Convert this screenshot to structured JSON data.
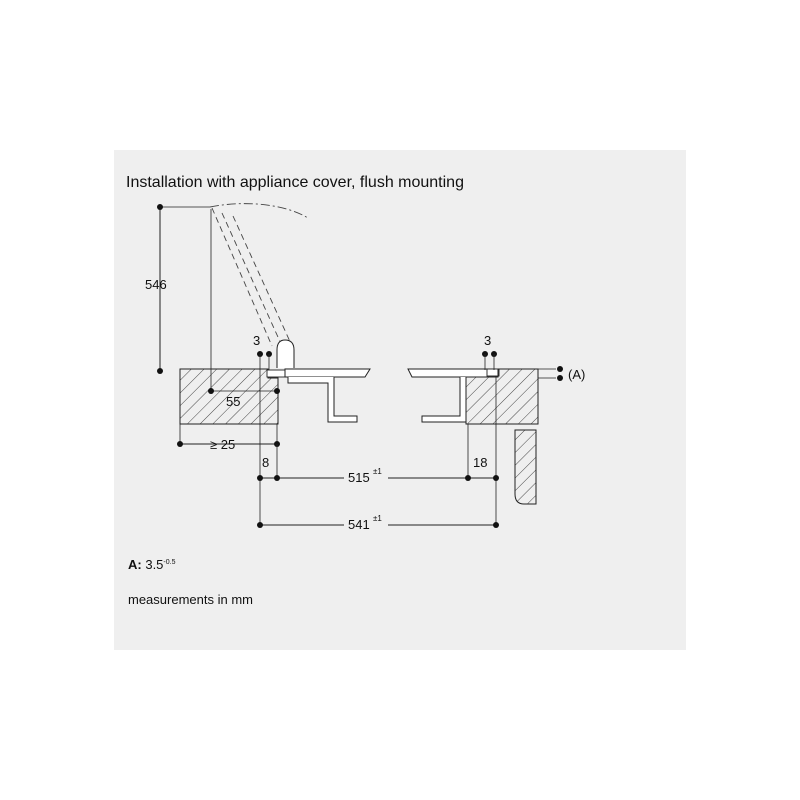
{
  "title": "Installation with appliance cover, flush mounting",
  "dimensions": {
    "lid_height": "546",
    "gap_left": "3",
    "gap_right": "3",
    "counter_offset": "55",
    "min_thickness": "≥ 25",
    "edge_left": "8",
    "edge_right": "18",
    "cutout_width": "515",
    "cutout_width_tol": "±1",
    "recess_width": "541",
    "recess_width_tol": "±1",
    "a_marker": "(A)"
  },
  "note": {
    "key": "A:",
    "value": "3.5",
    "tolerance": "-0.5"
  },
  "units_text": "measurements in mm"
}
